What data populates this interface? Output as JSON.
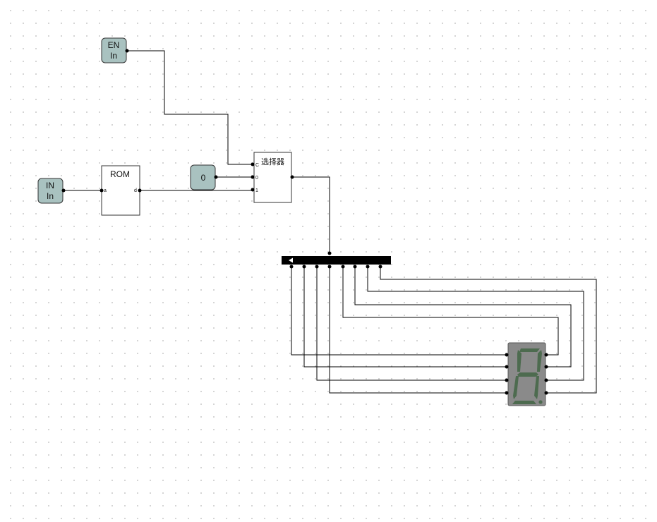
{
  "inputs": {
    "en": {
      "name": "EN",
      "type": "In"
    },
    "in": {
      "name": "IN",
      "type": "In"
    }
  },
  "rom": {
    "title": "ROM",
    "pin_a": "a",
    "pin_d": "d"
  },
  "constant": {
    "value": "0"
  },
  "mux": {
    "title": "选择器",
    "pin_c": "C",
    "pin_0": "0",
    "pin_1": "1"
  },
  "splitter": {
    "bits": 8
  },
  "display": {
    "segments": 8,
    "color_off": "#4d6b4f",
    "body_color": "#8a8a8a"
  },
  "colors": {
    "wire": "#000000",
    "input_fill": "#a9c2c0",
    "input_border": "#333333"
  }
}
